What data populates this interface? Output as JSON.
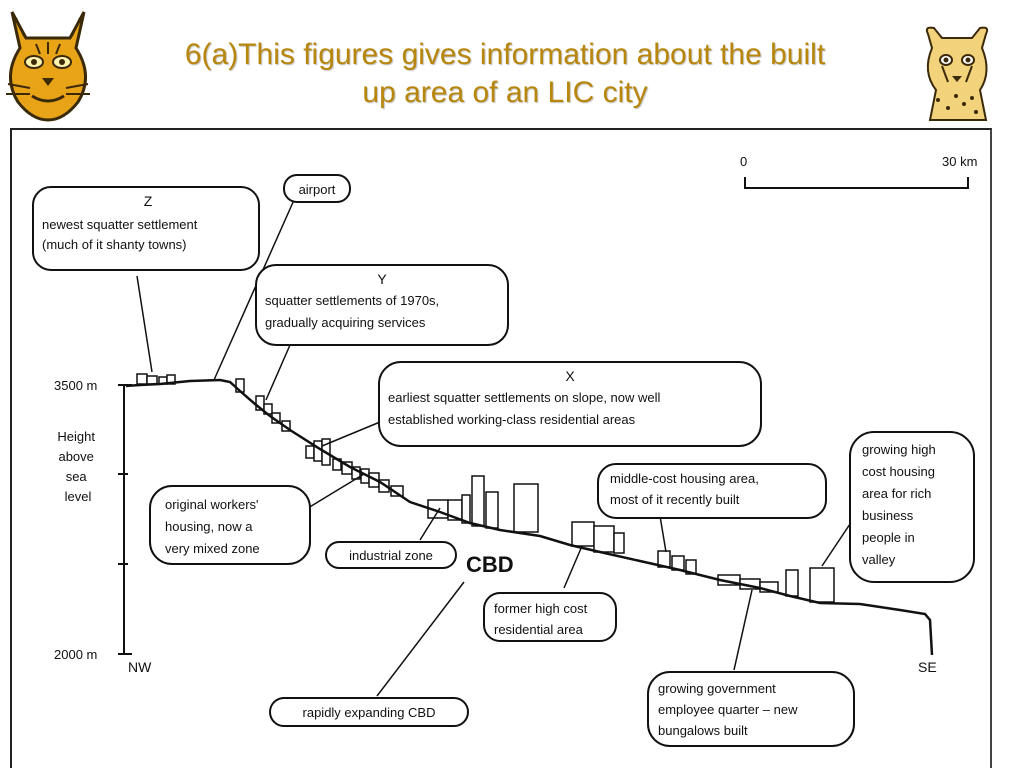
{
  "slide": {
    "title_line1": "6(a)This figures gives information about the built",
    "title_line2": "up area of an LIC city"
  },
  "diagram": {
    "scale": {
      "start": "0",
      "end": "30 km"
    },
    "y_axis": {
      "top_label": "3500 m",
      "bottom_label": "2000 m",
      "title_lines": [
        "Height",
        "above",
        "sea",
        "level"
      ]
    },
    "directions": {
      "left": "NW",
      "right": "SE"
    },
    "callouts": {
      "z": {
        "letter": "Z",
        "lines": [
          "newest squatter settlement",
          "(much of it shanty towns)"
        ]
      },
      "airport": {
        "lines": [
          "airport"
        ]
      },
      "y": {
        "letter": "Y",
        "lines": [
          "squatter settlements of 1970s,",
          "gradually acquiring services"
        ]
      },
      "x": {
        "letter": "X",
        "lines": [
          "earliest squatter settlements on slope, now well",
          "established working-class residential areas"
        ]
      },
      "middle": {
        "lines": [
          "middle-cost housing area,",
          "most of it recently built"
        ]
      },
      "rich": {
        "lines": [
          "growing high",
          "cost housing",
          "area for rich",
          "business",
          "people in",
          "valley"
        ]
      },
      "workers": {
        "lines": [
          "original workers'",
          "housing, now a",
          "very mixed zone"
        ]
      },
      "industrial": {
        "lines": [
          "industrial zone"
        ]
      },
      "cbd": {
        "label": "CBD"
      },
      "former": {
        "lines": [
          "former high cost",
          "residential area"
        ]
      },
      "expanding": {
        "lines": [
          "rapidly expanding CBD"
        ]
      },
      "government": {
        "lines": [
          "growing government",
          "employee quarter – new",
          "bungalows built"
        ]
      }
    }
  }
}
